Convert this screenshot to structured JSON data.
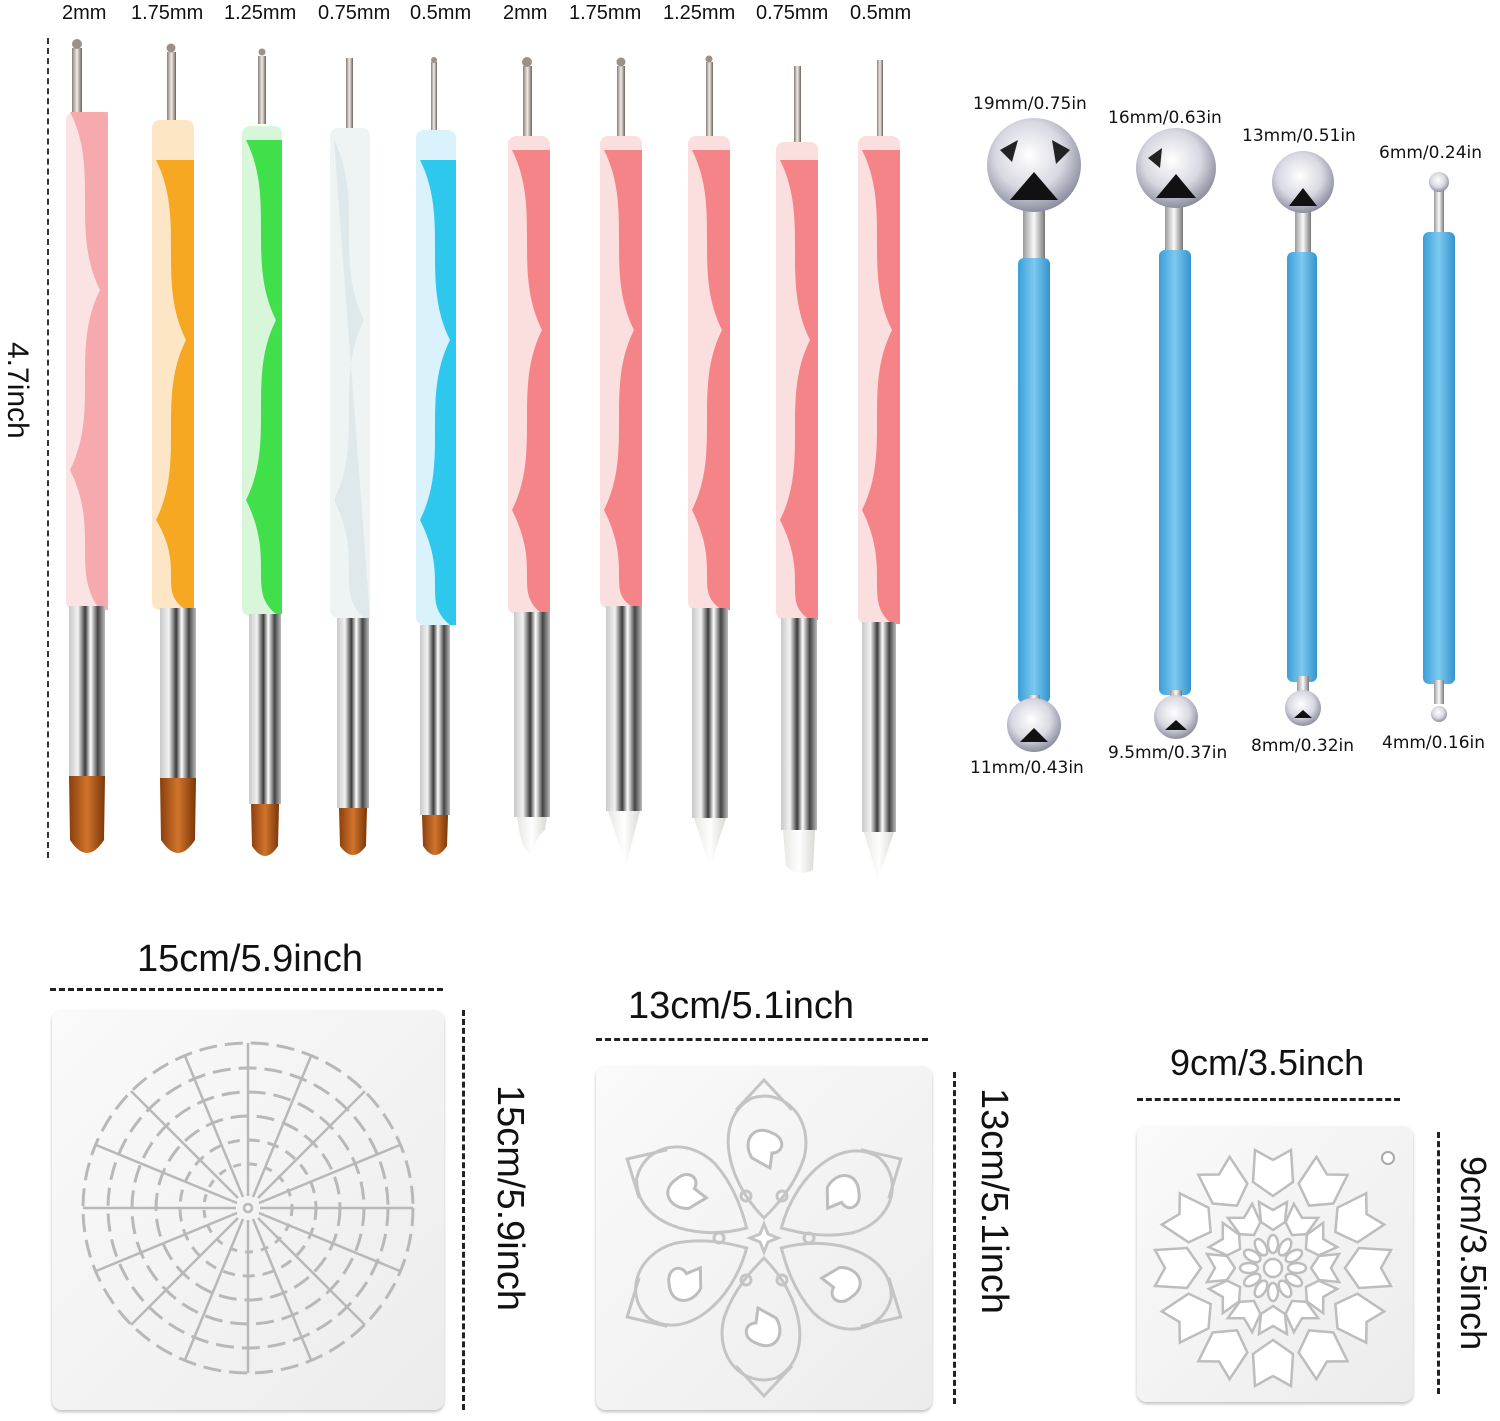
{
  "dotting_pens": {
    "labels": [
      "2mm",
      "1.75mm",
      "1.25mm",
      "0.75mm",
      "0.5mm",
      "2mm",
      "1.75mm",
      "1.25mm",
      "0.75mm",
      "0.5mm"
    ],
    "length_label": "4.7inch",
    "set_a_colors": [
      "#f5a3a8",
      "#f7a823",
      "#3fe04a",
      "#e6eef0",
      "#2ec8ee"
    ],
    "set_b_color": "#f47a7e",
    "set_a_tip": "brush",
    "set_b_tip": "silicone"
  },
  "ball_tools": {
    "top_labels": [
      "19mm/0.75in",
      "16mm/0.63in",
      "13mm/0.51in",
      "6mm/0.24in"
    ],
    "bottom_labels": [
      "11mm/0.43in",
      "9.5mm/0.37in",
      "8mm/0.32in",
      "4mm/0.16in"
    ],
    "handle_color": "#4fb0e3"
  },
  "stencils": [
    {
      "width_label": "15cm/5.9inch",
      "height_label": "15cm/5.9inch",
      "pattern": "concentric-grid"
    },
    {
      "width_label": "13cm/5.1inch",
      "height_label": "13cm/5.1inch",
      "pattern": "flower-hearts"
    },
    {
      "width_label": "9cm/3.5inch",
      "height_label": "9cm/3.5inch",
      "pattern": "dahlia"
    }
  ]
}
